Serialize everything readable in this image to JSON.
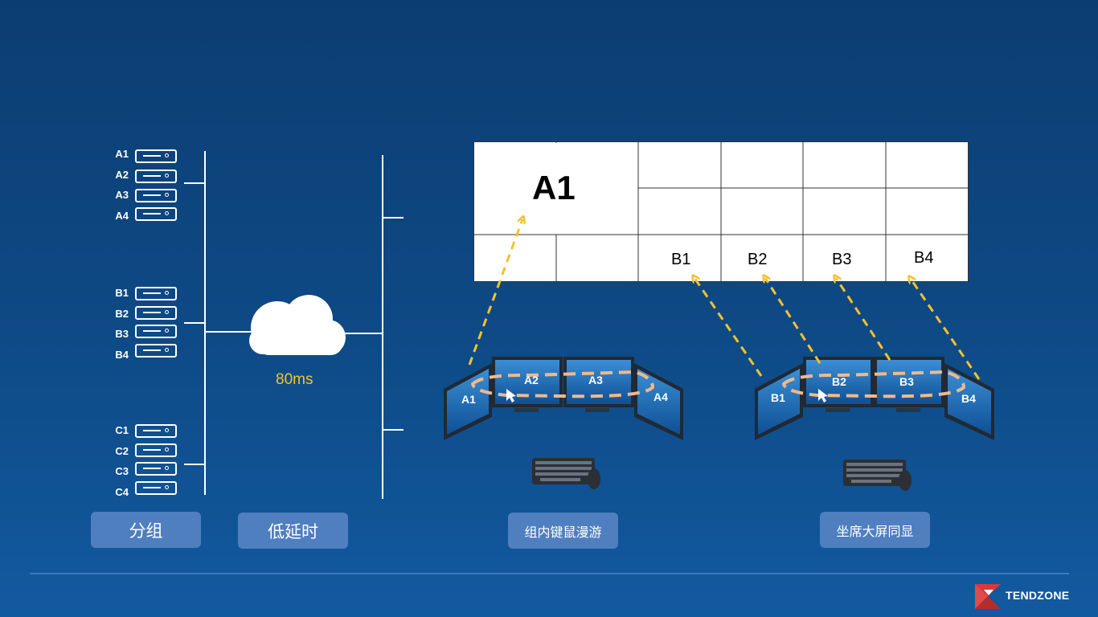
{
  "groups": [
    {
      "labels": [
        "A1",
        "A2",
        "A3",
        "A4"
      ]
    },
    {
      "labels": [
        "B1",
        "B2",
        "B3",
        "B4"
      ]
    },
    {
      "labels": [
        "C1",
        "C2",
        "C3",
        "C4"
      ]
    }
  ],
  "latency": "80ms",
  "video_wall": {
    "big_label": "A1",
    "bottom_labels": [
      "B1",
      "B2",
      "B3",
      "B4"
    ]
  },
  "seats": [
    {
      "monitors": [
        "A1",
        "A2",
        "A3",
        "A4"
      ]
    },
    {
      "monitors": [
        "B1",
        "B2",
        "B3",
        "B4"
      ]
    }
  ],
  "buttons": {
    "group": "分组",
    "low_latency": "低延时",
    "kvm_roaming": "组内键鼠漫游",
    "seat_sync": "坐席大屏同显"
  },
  "brand": "TENDZONE",
  "colors": {
    "arrow": "#f6c22b",
    "roam_path": "#f2b98a",
    "button": "#4f7fbf"
  }
}
